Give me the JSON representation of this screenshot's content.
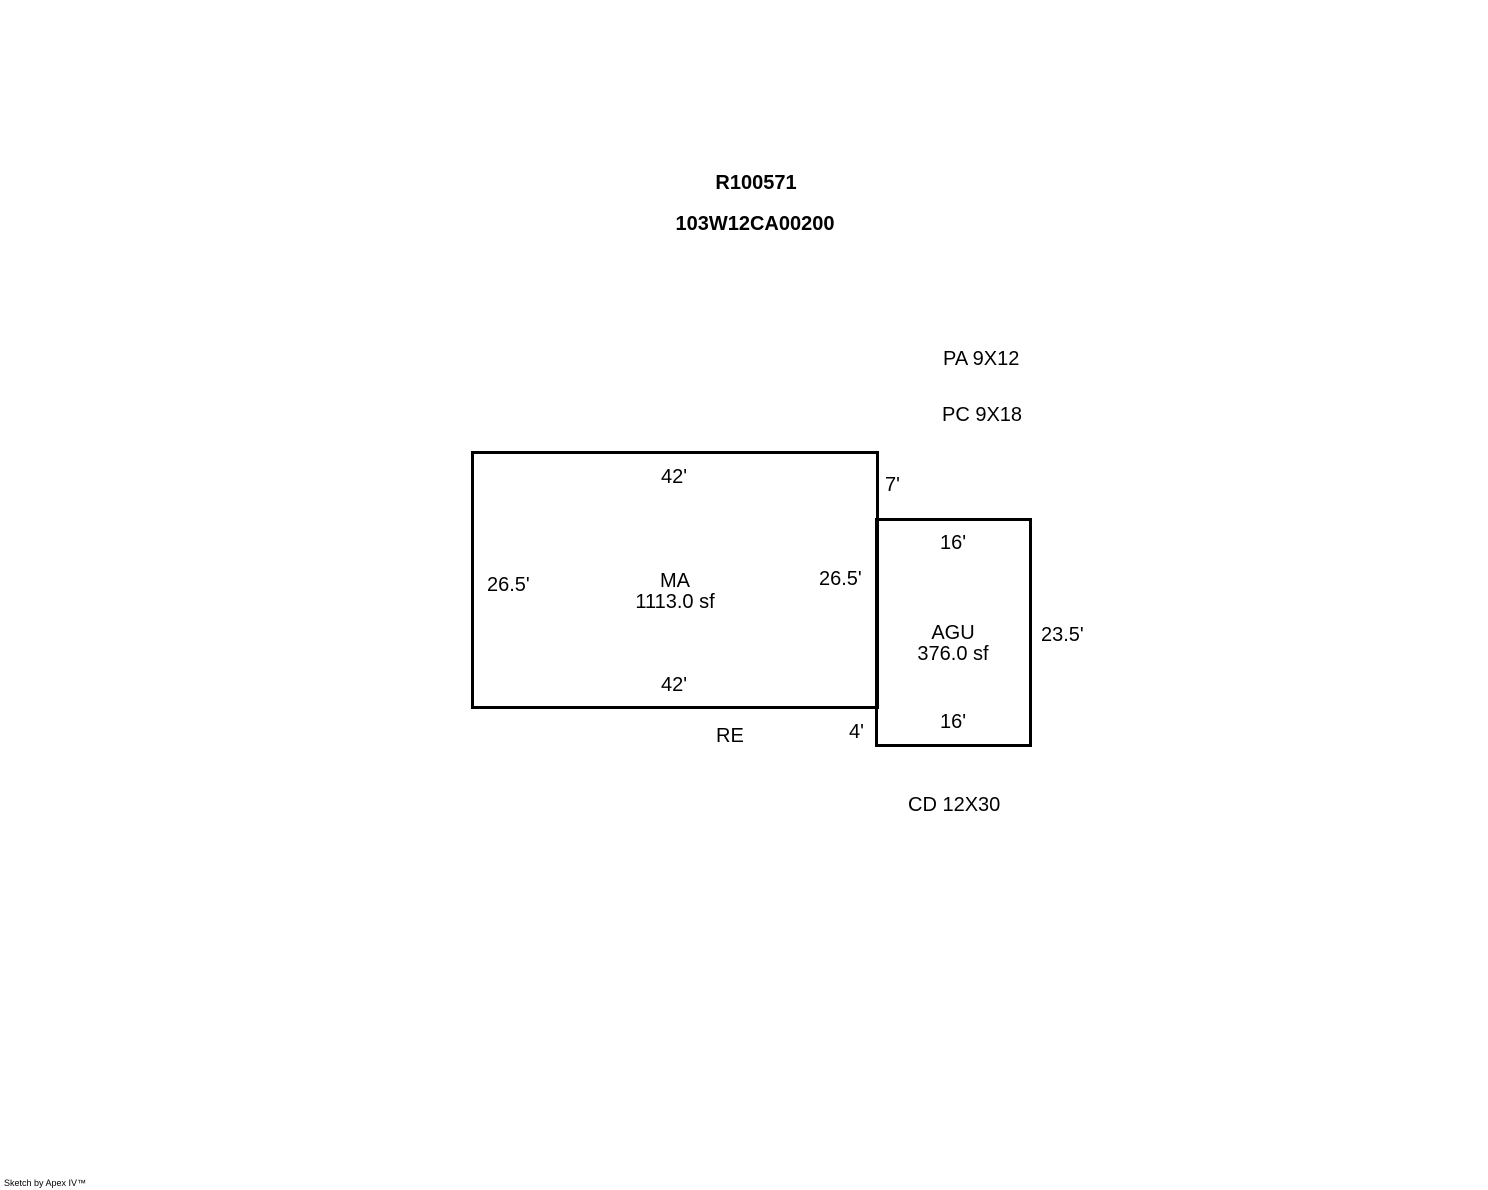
{
  "header": {
    "account": "R100571",
    "map_tax_lot": "103W12CA00200"
  },
  "notes": {
    "pa": "PA 9X12",
    "pc": "PC 9X18",
    "cd": "CD 12X30",
    "re": "RE"
  },
  "main_area": {
    "code": "MA",
    "area": "1113.0 sf",
    "top": "42'",
    "bottom": "42'",
    "left": "26.5'",
    "right": "26.5'"
  },
  "garage": {
    "code": "AGU",
    "area": "376.0 sf",
    "top": "16'",
    "bottom": "16'",
    "right": "23.5'",
    "offset_top": "7'",
    "offset_bottom": "4'"
  },
  "footer": {
    "credit": "Sketch by Apex IV™"
  }
}
